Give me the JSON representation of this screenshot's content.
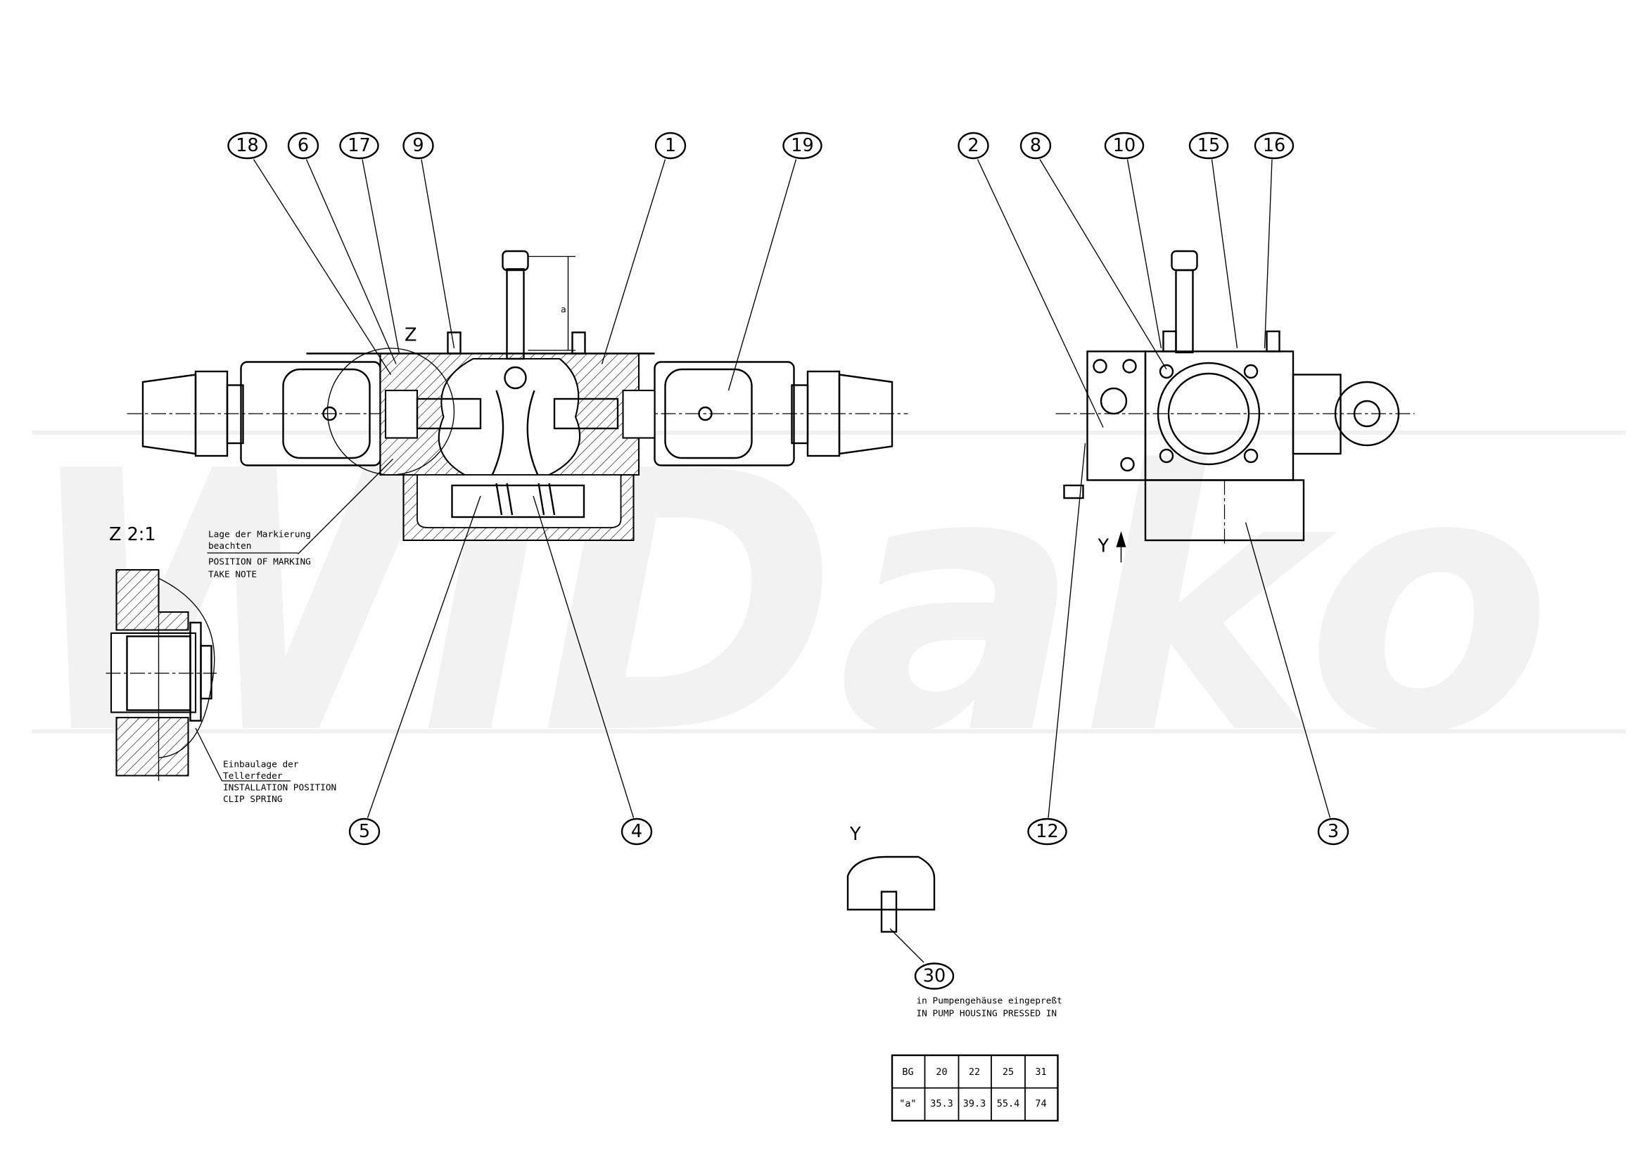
{
  "watermark": "WiDako",
  "balloons": [
    {
      "label": "18"
    },
    {
      "label": "6"
    },
    {
      "label": "17"
    },
    {
      "label": "9"
    },
    {
      "label": "1"
    },
    {
      "label": "19"
    },
    {
      "label": "2"
    },
    {
      "label": "8"
    },
    {
      "label": "10"
    },
    {
      "label": "15"
    },
    {
      "label": "16"
    },
    {
      "label": "5"
    },
    {
      "label": "4"
    },
    {
      "label": "12"
    },
    {
      "label": "3"
    },
    {
      "label": "30"
    }
  ],
  "views": {
    "z_marker": "Z",
    "z_detail": "Z 2:1",
    "y_marker": "Y",
    "y_view": "Y",
    "dimension": "a"
  },
  "notes": {
    "marking_de_1": "Lage der Markierung",
    "marking_de_2": "beachten",
    "marking_en_1": "POSITION OF MARKING",
    "marking_en_2": "TAKE NOTE",
    "spring_de_1": "Einbaulage der",
    "spring_de_2": "Tellerfeder",
    "spring_en_1": "INSTALLATION POSITION",
    "spring_en_2": "CLIP SPRING",
    "pin_de": "in Pumpengehäuse eingepreßt",
    "pin_en": "IN PUMP HOUSING PRESSED IN"
  },
  "table": {
    "rows": [
      [
        "BG",
        "20",
        "22",
        "25",
        "31"
      ],
      [
        "\"a\"",
        "35.3",
        "39.3",
        "55.4",
        "74"
      ]
    ]
  }
}
